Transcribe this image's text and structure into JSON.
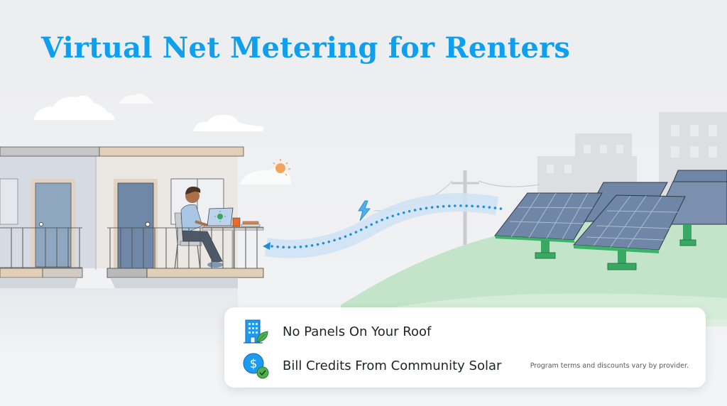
{
  "header": {
    "title": "Virtual Net Metering for Renters"
  },
  "colors": {
    "title": "#0ea0ef",
    "flow_dots": "#1f8fdc",
    "hill_green": "#bfe2c6",
    "panel_frame": "#2fae5a",
    "panel_cell": "#6f86a6"
  },
  "illustration": {
    "icons": [
      "sun-icon",
      "cloud-icon",
      "lightning-bolt-icon",
      "utility-pole-icon",
      "solar-panel-icon",
      "laptop-icon",
      "mug-icon",
      "arrow-left-icon"
    ],
    "description": "Renter at laptop on apartment balcony receiving energy flow from community solar farm"
  },
  "benefits": {
    "items": [
      {
        "icon": "building-leaf-icon",
        "label": "No Panels On Your Roof"
      },
      {
        "icon": "dollar-check-icon",
        "label": "Bill Credits From Community Solar"
      }
    ],
    "disclaimer": "Program terms and discounts vary by provider."
  }
}
